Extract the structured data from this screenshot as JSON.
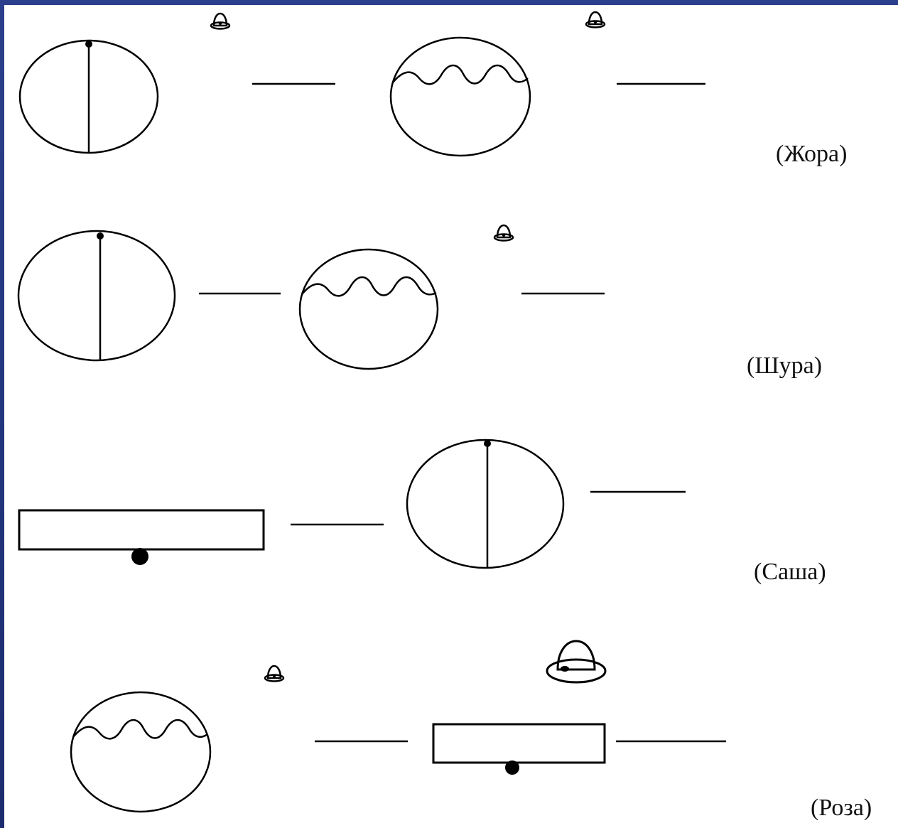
{
  "rows": [
    {
      "label": "(Жора)"
    },
    {
      "label": "(Шура)"
    },
    {
      "label": "(Саша)"
    },
    {
      "label": "(Роза)"
    }
  ],
  "colors": {
    "ink": "#000000",
    "background": "#ffffff",
    "border": "#1f3a8a"
  }
}
